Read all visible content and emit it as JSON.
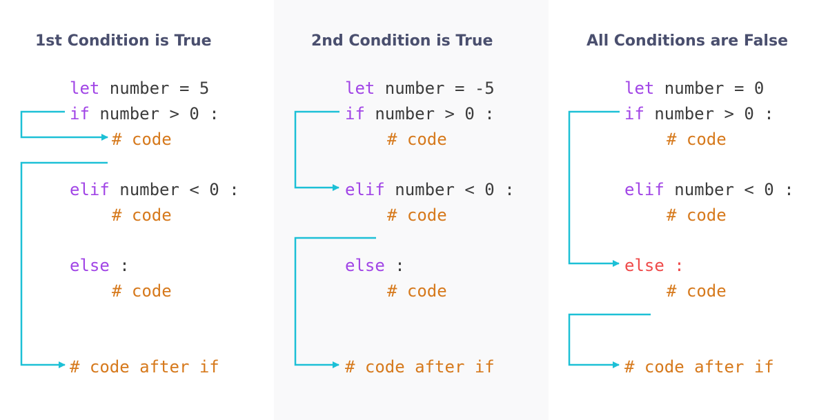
{
  "colors": {
    "arrow": "#1cc0d6",
    "keyword": "#a145e6",
    "keyword_highlight": "#ef4b4b",
    "comment": "#d6791c",
    "text": "#3c3c3c",
    "title": "#4a4f6e",
    "middle_background": "#f9f9fa"
  },
  "panels": [
    {
      "title": "1st Condition is True",
      "line1": {
        "kw": "let",
        "rest": " number = 5"
      },
      "line2": {
        "kw": "if",
        "rest": " number > 0 :"
      },
      "line3": "# code",
      "line4": {
        "kw": "elif",
        "rest": " number < 0 :"
      },
      "line5": "# code",
      "line6": {
        "kw": "else",
        "rest": " :"
      },
      "line7": "# code",
      "line8": "# code after if"
    },
    {
      "title": "2nd Condition is True",
      "line1": {
        "kw": "let",
        "rest": " number = -5"
      },
      "line2": {
        "kw": "if",
        "rest": " number > 0 :"
      },
      "line3": "# code",
      "line4": {
        "kw": "elif",
        "rest": " number < 0 :"
      },
      "line5": "# code",
      "line6": {
        "kw": "else",
        "rest": " :"
      },
      "line7": "# code",
      "line8": "# code after if"
    },
    {
      "title": "All Conditions are False",
      "line1": {
        "kw": "let",
        "rest": " number = 0"
      },
      "line2": {
        "kw": "if",
        "rest": " number > 0 :"
      },
      "line3": "# code",
      "line4": {
        "kw": "elif",
        "rest": " number < 0 :"
      },
      "line5": "# code",
      "line6": {
        "kw": "else",
        "rest": " :"
      },
      "line7": "# code",
      "line8": "# code after if"
    }
  ]
}
